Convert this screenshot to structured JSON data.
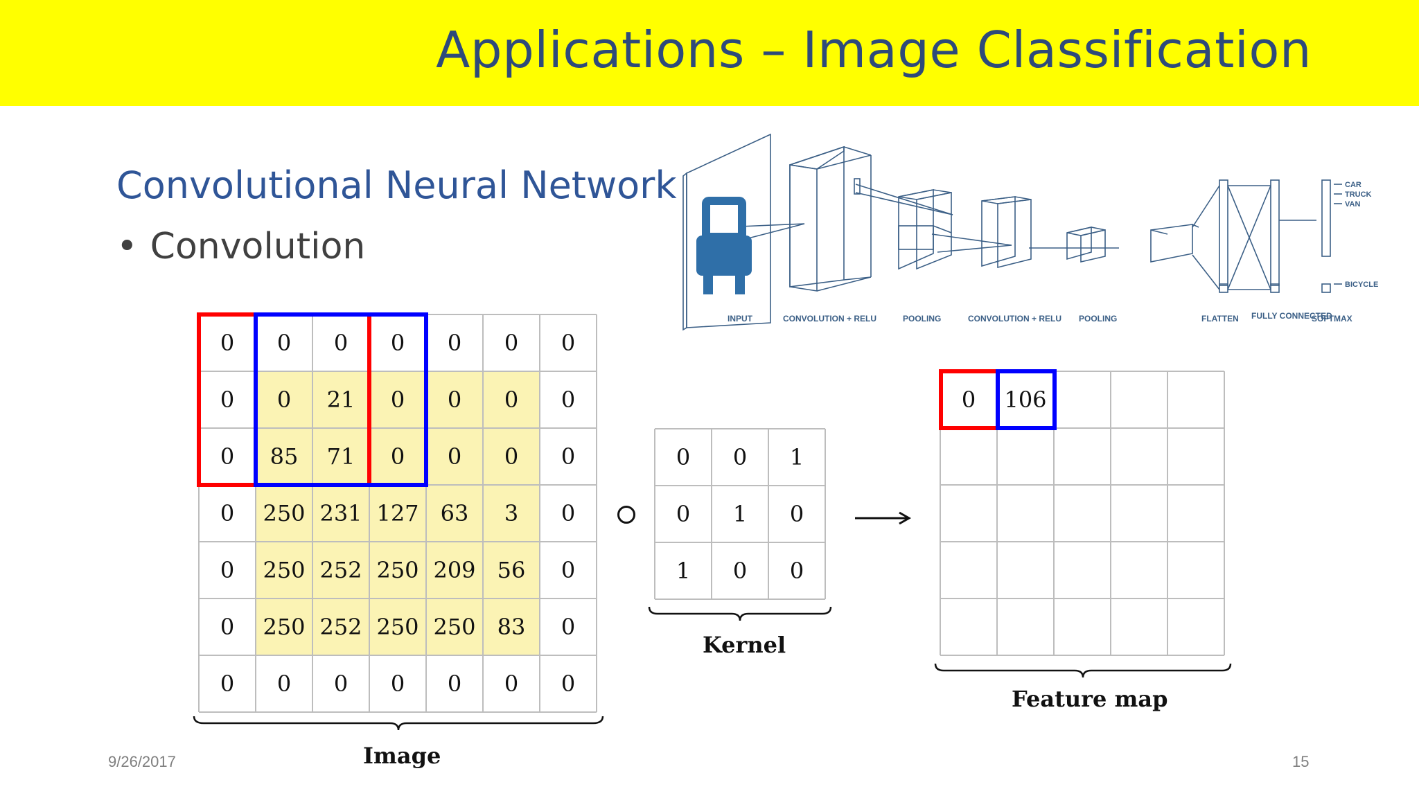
{
  "slide": {
    "title": "Applications – Image Classification",
    "subtitle": "Convolutional Neural Network",
    "bullet": "Convolution",
    "date": "9/26/2017",
    "page_number": "15"
  },
  "diagram": {
    "image_label": "Image",
    "kernel_label": "Kernel",
    "feature_map_label": "Feature map",
    "image_matrix": [
      [
        "0",
        "0",
        "0",
        "0",
        "0",
        "0",
        "0"
      ],
      [
        "0",
        "0",
        "21",
        "0",
        "0",
        "0",
        "0"
      ],
      [
        "0",
        "85",
        "71",
        "0",
        "0",
        "0",
        "0"
      ],
      [
        "0",
        "250",
        "231",
        "127",
        "63",
        "3",
        "0"
      ],
      [
        "0",
        "250",
        "252",
        "250",
        "209",
        "56",
        "0"
      ],
      [
        "0",
        "250",
        "252",
        "250",
        "250",
        "83",
        "0"
      ],
      [
        "0",
        "0",
        "0",
        "0",
        "0",
        "0",
        "0"
      ]
    ],
    "kernel_matrix": [
      [
        "0",
        "0",
        "1"
      ],
      [
        "0",
        "1",
        "0"
      ],
      [
        "1",
        "0",
        "0"
      ]
    ],
    "feature_map": [
      [
        "0",
        "106",
        "",
        "",
        ""
      ],
      [
        "",
        "",
        "",
        "",
        ""
      ],
      [
        "",
        "",
        "",
        "",
        ""
      ],
      [
        "",
        "",
        "",
        "",
        ""
      ],
      [
        "",
        "",
        "",
        "",
        ""
      ]
    ],
    "highlight_color": "#fbf3b4",
    "red_window_color": "#ff0000",
    "blue_window_color": "#0000ff"
  },
  "cnn_figure": {
    "stages": [
      "INPUT",
      "CONVOLUTION + RELU",
      "POOLING",
      "CONVOLUTION + RELU",
      "POOLING",
      "FLATTEN",
      "FULLY CONNECTED",
      "SOFTMAX"
    ],
    "classes": [
      "CAR",
      "TRUCK",
      "VAN",
      "BICYCLE"
    ],
    "icon": "car-icon",
    "color": "#3b5f86"
  }
}
